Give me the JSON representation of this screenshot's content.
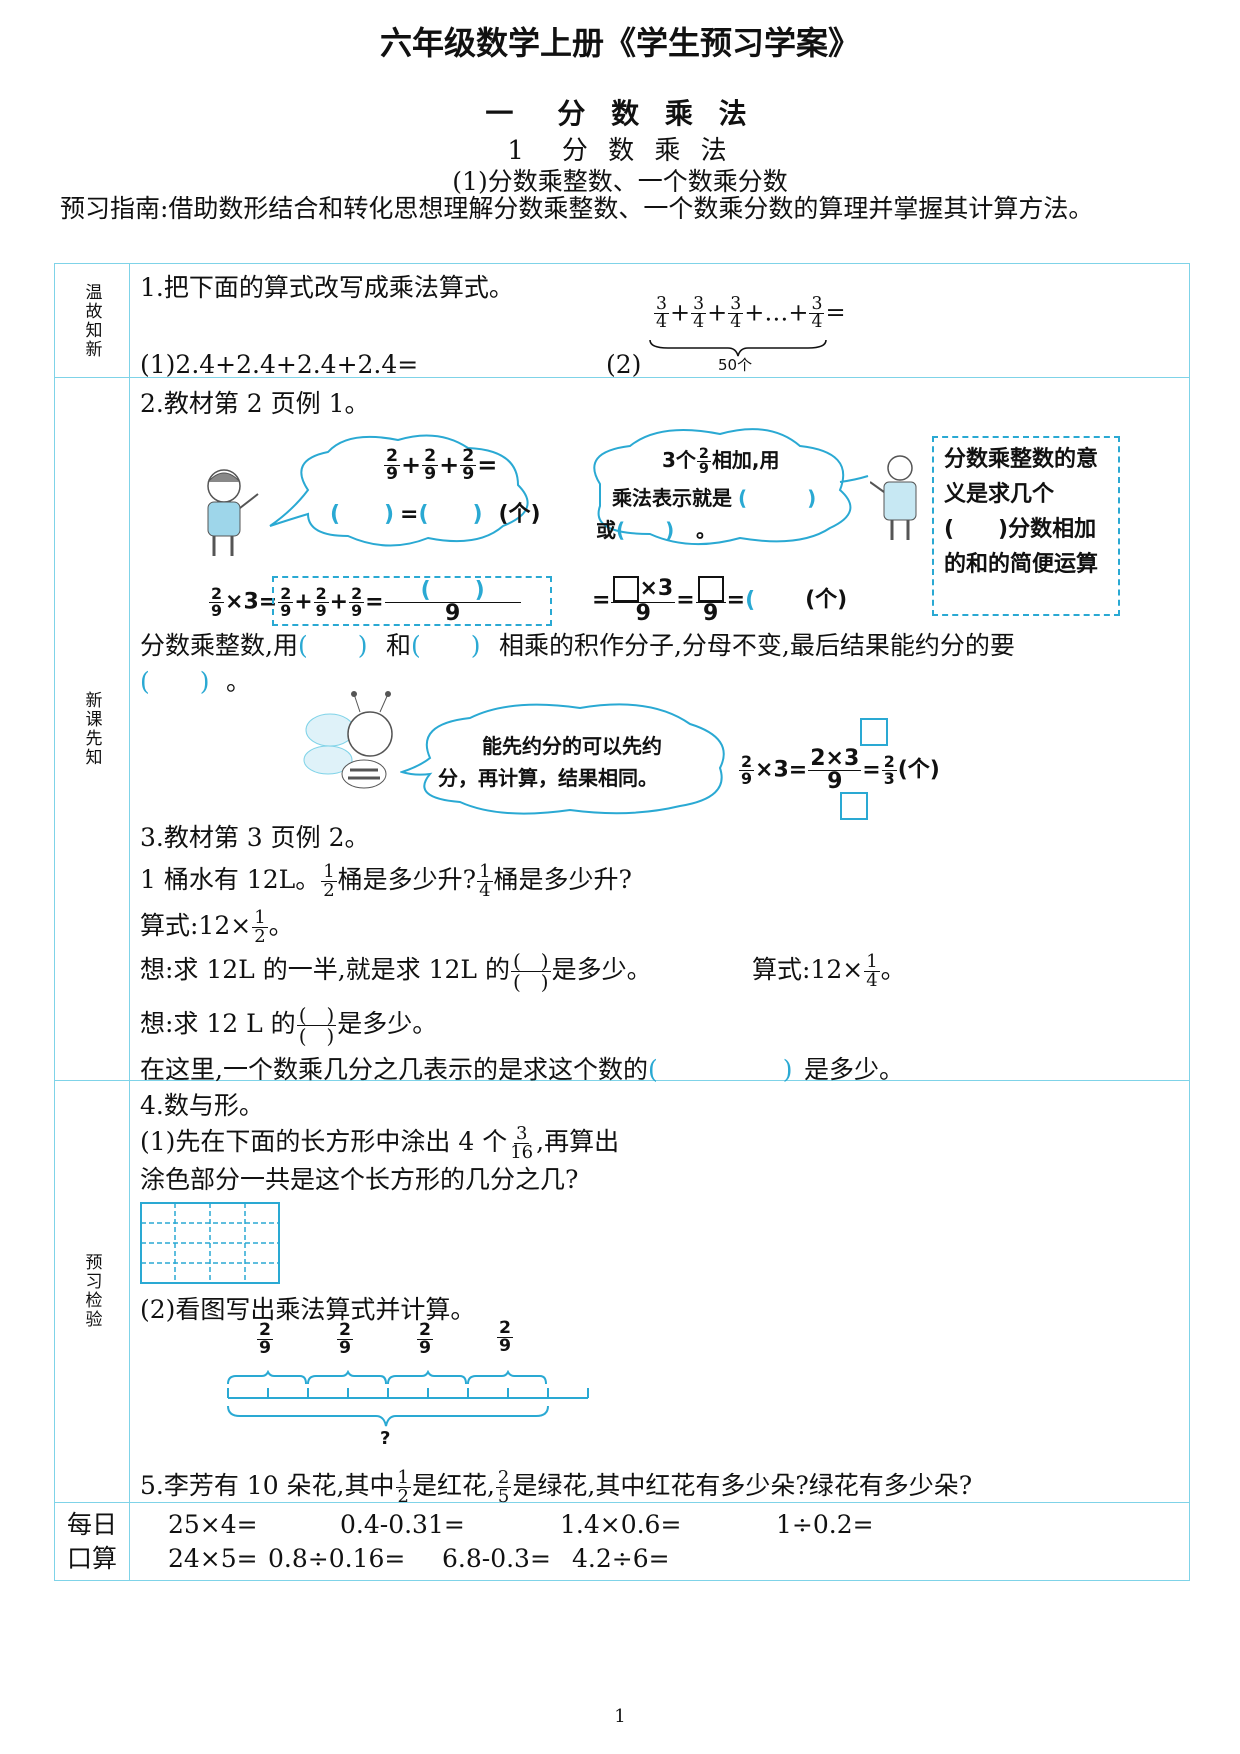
{
  "title": "六年级数学上册《学生预习学案》",
  "unit": "一　分 数 乘 法",
  "lesson": "1　分 数 乘 法",
  "section": "(1)分数乘整数、一个数乘分数",
  "guide": "预习指南:借助数形结合和转化思想理解分数乘整数、一个数乘分数的算理并掌握其计算方法。",
  "rows": {
    "review": "温故知新",
    "newlesson": "新课先知",
    "check": "预习检验",
    "daily": "每日口算"
  },
  "q1": {
    "prompt": "1.把下面的算式改写成乘法算式。",
    "part1": "(1)2.4+2.4+2.4+2.4=",
    "part2": "(2)",
    "frac_num": "3",
    "frac_den": "4",
    "plus": "+",
    "dots": "+…+",
    "eq": "=",
    "brace_label": "50个"
  },
  "q2": {
    "prompt": "2.教材第 2 页例 1。",
    "cloud1_unit": "(个)",
    "cloud2_line1_pre": "3个",
    "cloud2_line1_post": "相加,用",
    "cloud2_line2": "乘法表示就是",
    "cloud2_line3_pre": "或",
    "cloud2_line3_post": "。",
    "note": "分数乘整数的意义是求几个(　　)分数相加的和的简便运算",
    "times3": "×3",
    "unit_ge": "(个)",
    "rule_a": "分数乘整数,用",
    "rule_b": "和",
    "rule_c": "相乘的积作分子,分母不变,最后结果能约分的要",
    "rule_d": "。",
    "cloud3_line1": "能先约分的可以先约",
    "cloud3_line2": "分，再计算，结果相同。",
    "ex_num": "2",
    "ex_den": "9",
    "ex_num2": "2×3",
    "res_num": "2",
    "res_den": "3",
    "res_unit": "(个)"
  },
  "q3": {
    "prompt": "3.教材第 3 页例 2。",
    "line1_a": "1 桶水有 12L。",
    "line1_b": "桶是多少升?",
    "line1_c": "桶是多少升?",
    "line2": "算式:12×",
    "line3_a": "想:求 12L 的一半,就是求 12L 的",
    "line3_b": "是多少。",
    "line3_c": "算式:12×",
    "line3_d": "。",
    "line4_a": "想:求 12 L 的",
    "line4_b": "是多少。",
    "line5_a": "在这里,一个数乘几分之几表示的是求这个数的",
    "line5_b": "是多少。"
  },
  "q4": {
    "prompt": "4.数与形。",
    "p1_a": "(1)先在下面的长方形中涂出 4 个",
    "p1_b": ",再算出",
    "p1_c": "涂色部分一共是这个长方形的几分之几?",
    "p2": "(2)看图写出乘法算式并计算。",
    "seg_num": "2",
    "seg_den": "9",
    "question_mark": "?"
  },
  "q5": {
    "a": "5.李芳有 10 朵花,其中",
    "b": "是红花,",
    "c": "是绿花,其中红花有多少朵?绿花有多少朵?"
  },
  "daily": {
    "row1": [
      "25×4=",
      "0.4-0.31=",
      "1.4×0.6=",
      "1÷0.2="
    ],
    "row2": [
      "24×5=",
      "0.8÷0.16=",
      "6.8-0.3=",
      "4.2÷6="
    ]
  },
  "page_number": "1",
  "colors": {
    "accent": "#2aa9d3",
    "border": "#7fd3e8"
  }
}
